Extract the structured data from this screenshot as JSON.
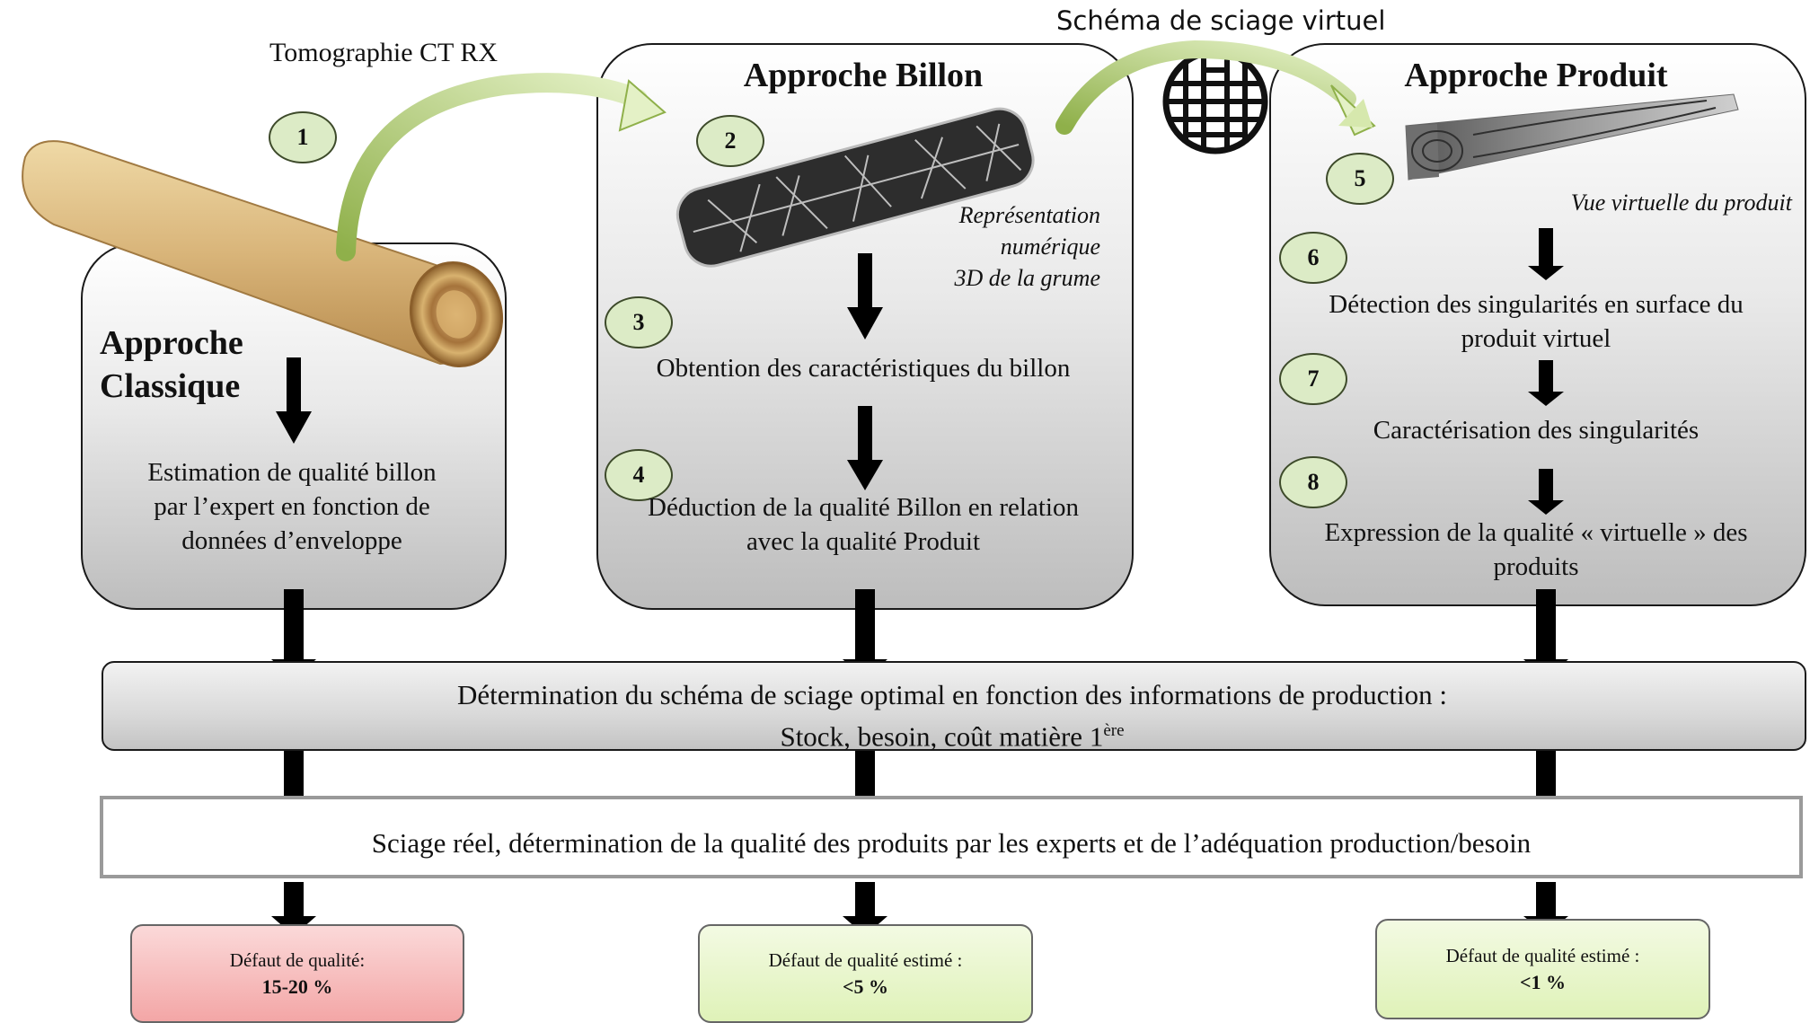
{
  "labels": {
    "tomographie": "Tomographie CT RX",
    "schema_virtuel": "Schéma de sciage virtuel"
  },
  "classique": {
    "title_line1": "Approche",
    "title_line2": "Classique",
    "text_lines": [
      "Estimation de qualité billon",
      "par l’expert en fonction de",
      "données d’enveloppe"
    ]
  },
  "billon": {
    "title": "Approche Billon",
    "caption_lines": [
      "Représentation",
      "numérique",
      "3D de la grume"
    ],
    "step3": "Obtention des caractéristiques du billon",
    "step4_lines": [
      "Déduction de la qualité Billon en relation",
      "avec la qualité Produit"
    ]
  },
  "produit": {
    "title": "Approche Produit",
    "caption": "Vue virtuelle du produit",
    "step6_lines": [
      "Détection des singularités en surface du",
      "produit virtuel"
    ],
    "step7": "Caractérisation des singularités",
    "step8_lines": [
      "Expression de la qualité « virtuelle » des",
      "produits"
    ]
  },
  "numbers": [
    "1",
    "2",
    "3",
    "4",
    "5",
    "6",
    "7",
    "8"
  ],
  "determination": {
    "line1": "Détermination du schéma de sciage optimal en fonction des informations de production :",
    "line2": "Stock, besoin, coût matière 1",
    "line2_sup": "ère"
  },
  "sciage_reel": "Sciage réel, détermination de la qualité des produits par les experts et de l’adéquation production/besoin",
  "results": [
    {
      "label": "Défaut de qualité:",
      "value": "15-20 %",
      "color": "#f3a6a6"
    },
    {
      "label": "Défaut de qualité estimé :",
      "value": "<5 %",
      "color": "#dff2b8"
    },
    {
      "label": "Défaut de qualité estimé :",
      "value": "<1 %",
      "color": "#dff2b8"
    }
  ],
  "colors": {
    "number_fill": "#dcebc6",
    "curve_arrow": "#a9c96a"
  }
}
